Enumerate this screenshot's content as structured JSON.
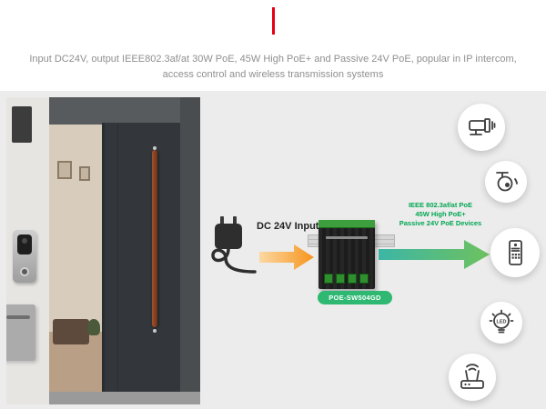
{
  "header": {
    "description_line1": "Input DC24V, output IEEE802.3af/at 30W PoE, 45W High PoE+ and Passive 24V PoE, popular in IP intercom,",
    "description_line2": "access control and wireless transmission systems"
  },
  "diagram": {
    "input_label": "DC 24V Input",
    "device_badge": "POE-SW504GD",
    "output_lines": [
      "IEEE 802.3af/at PoE",
      "45W High PoE+",
      "Passive 24V PoE Devices"
    ]
  },
  "devices": {
    "led_label": "LED",
    "icons": [
      "cctv-camera-icon",
      "ptz-camera-icon",
      "intercom-panel-icon",
      "led-light-icon",
      "wireless-router-icon"
    ]
  },
  "colors": {
    "accent_red": "#e60012",
    "badge_green": "#2eb872",
    "output_text_green": "#00a651",
    "arrow_orange_start": "#fbd9a2",
    "arrow_orange_end": "#f7941d",
    "arrow_teal_start": "#3db6a6",
    "arrow_teal_end": "#6ec15e"
  }
}
